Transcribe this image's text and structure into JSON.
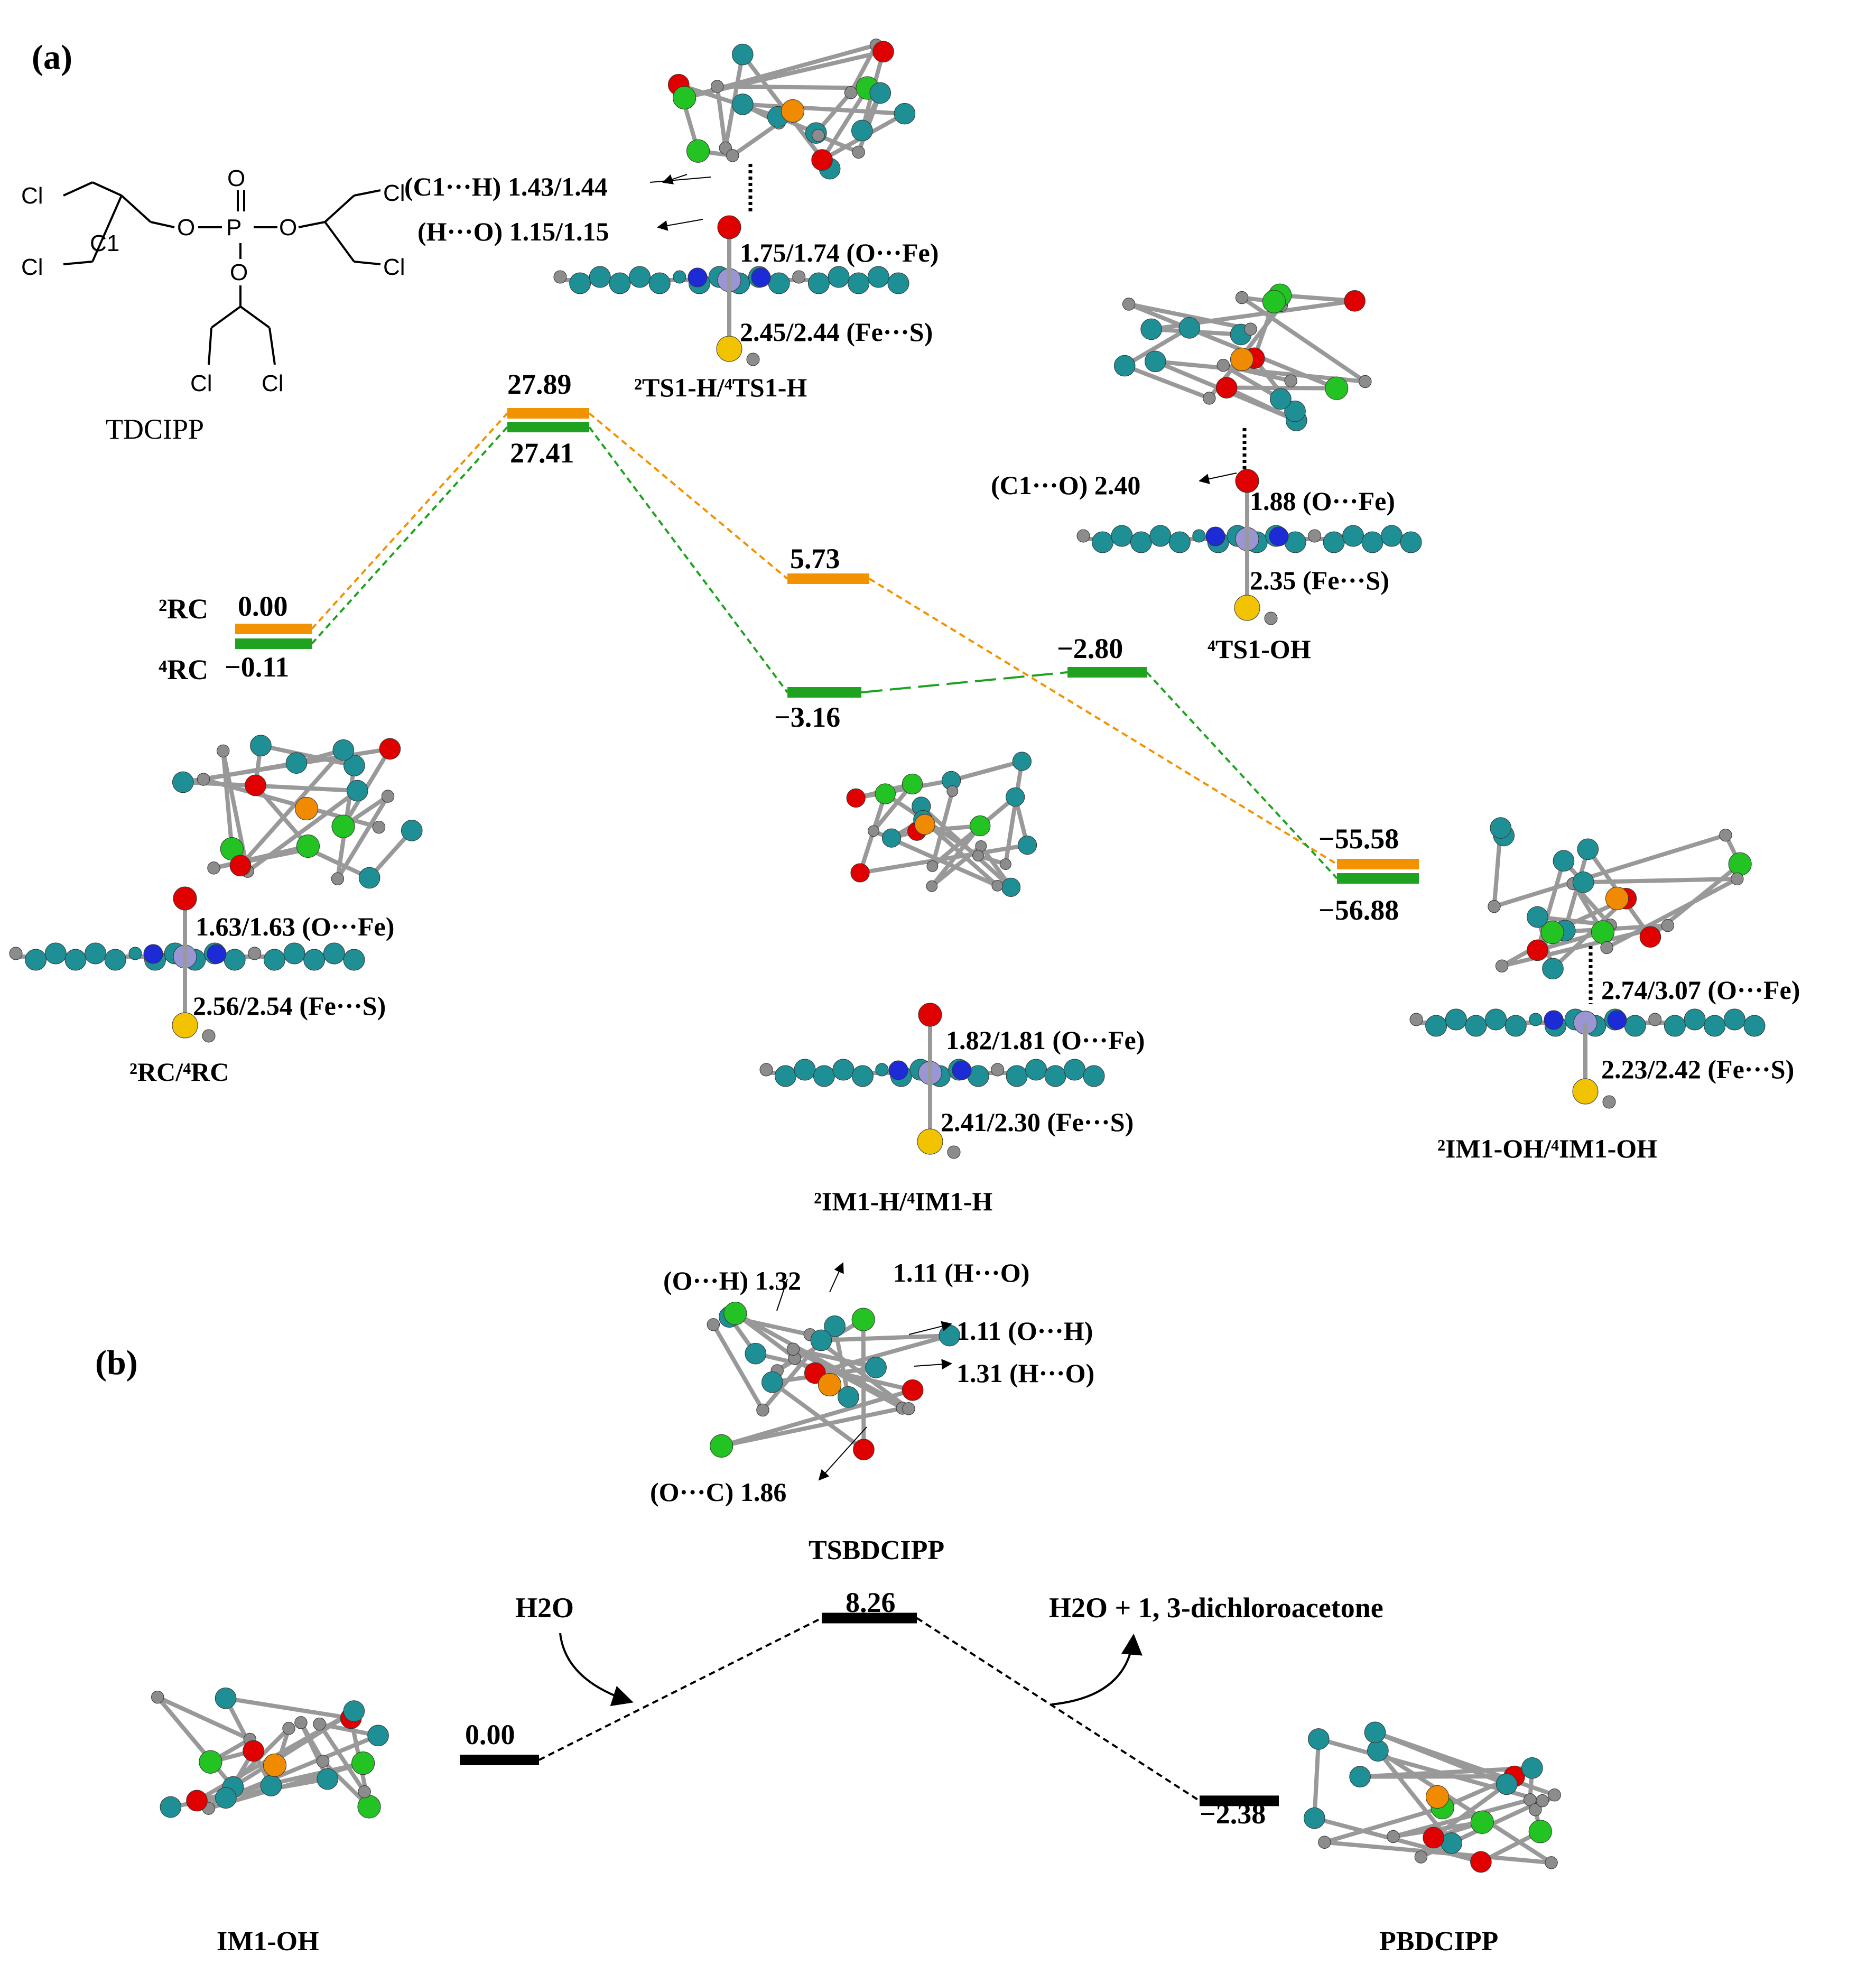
{
  "panels": {
    "a": {
      "label": "(a)"
    },
    "b": {
      "label": "(b)"
    }
  },
  "colors": {
    "doublet": "#f39200",
    "quartet": "#1fa21f",
    "panel_b": "#000000",
    "carbon": "#1f8f96",
    "hydrogen": "#8c8c8c",
    "oxygen": "#e00000",
    "chlorine": "#22c322",
    "phosphorus": "#f08a00",
    "nitrogen": "#1d2bd6",
    "iron": "#9a96d4",
    "sulfur": "#f2c300"
  },
  "structure": {
    "name": "TDCIPP",
    "atoms": {
      "cl": "Cl",
      "o": "O",
      "p": "P",
      "c1": "C1"
    }
  },
  "panel_a": {
    "levels": [
      {
        "id": "rc2",
        "value": 0.0,
        "value_text": "0.00",
        "label": "²RC",
        "spin": "doublet"
      },
      {
        "id": "rc4",
        "value": -0.11,
        "value_text": "−0.11",
        "label": "⁴RC",
        "spin": "quartet"
      },
      {
        "id": "ts1h2",
        "value": 27.89,
        "value_text": "27.89",
        "spin": "doublet"
      },
      {
        "id": "ts1h4",
        "value": 27.41,
        "value_text": "27.41",
        "spin": "quartet"
      },
      {
        "id": "im1h2",
        "value": 5.73,
        "value_text": "5.73",
        "spin": "doublet"
      },
      {
        "id": "im1h4",
        "value": -3.16,
        "value_text": "−3.16",
        "spin": "quartet"
      },
      {
        "id": "ts1oh4",
        "value": -2.8,
        "value_text": "−2.80",
        "spin": "quartet"
      },
      {
        "id": "im1oh2",
        "value": -55.58,
        "value_text": "−55.58",
        "spin": "doublet"
      },
      {
        "id": "im1oh4",
        "value": -56.88,
        "value_text": "−56.88",
        "spin": "quartet"
      }
    ],
    "species_labels": {
      "rc": "²RC/⁴RC",
      "ts1h": "²TS1-H/⁴TS1-H",
      "ts1oh": "⁴TS1-OH",
      "im1h": "²IM1-H/⁴IM1-H",
      "im1oh": "²IM1-OH/⁴IM1-OH"
    },
    "annotations": {
      "ts1h_ch": "(C1···H) 1.43/1.44",
      "ts1h_ho": "(H···O) 1.15/1.15",
      "ts1h_ofe": "1.75/1.74 (O···Fe)",
      "ts1h_fes": "2.45/2.44 (Fe···S)",
      "ts1oh_co": "(C1···O) 2.40",
      "ts1oh_ofe": "1.88 (O···Fe)",
      "ts1oh_fes": "2.35 (Fe···S)",
      "rc_ofe": "1.63/1.63 (O···Fe)",
      "rc_fes": "2.56/2.54 (Fe···S)",
      "im1h_ofe": "1.82/1.81 (O···Fe)",
      "im1h_fes": "2.41/2.30 (Fe···S)",
      "im1oh_ofe": "2.74/3.07 (O···Fe)",
      "im1oh_fes": "2.23/2.42 (Fe···S)"
    }
  },
  "panel_b": {
    "levels": [
      {
        "id": "im1oh",
        "value": 0.0,
        "value_text": "0.00"
      },
      {
        "id": "tsb",
        "value": 8.26,
        "value_text": "8.26"
      },
      {
        "id": "pb",
        "value": -2.38,
        "value_text": "−2.38"
      }
    ],
    "species_labels": {
      "im1oh": "IM1-OH",
      "tsb": "TSBDCIPP",
      "pb": "PBDCIPP"
    },
    "annotations": {
      "oh_132": "(O···H) 1.32",
      "ho_111": "1.11 (H···O)",
      "oh_111": "1.11 (O···H)",
      "ho_131": "1.31 (H···O)",
      "oc_186": "(O···C) 1.86"
    },
    "reactant": "H2O",
    "product": "H2O + 1, 3-dichloroacetone"
  }
}
